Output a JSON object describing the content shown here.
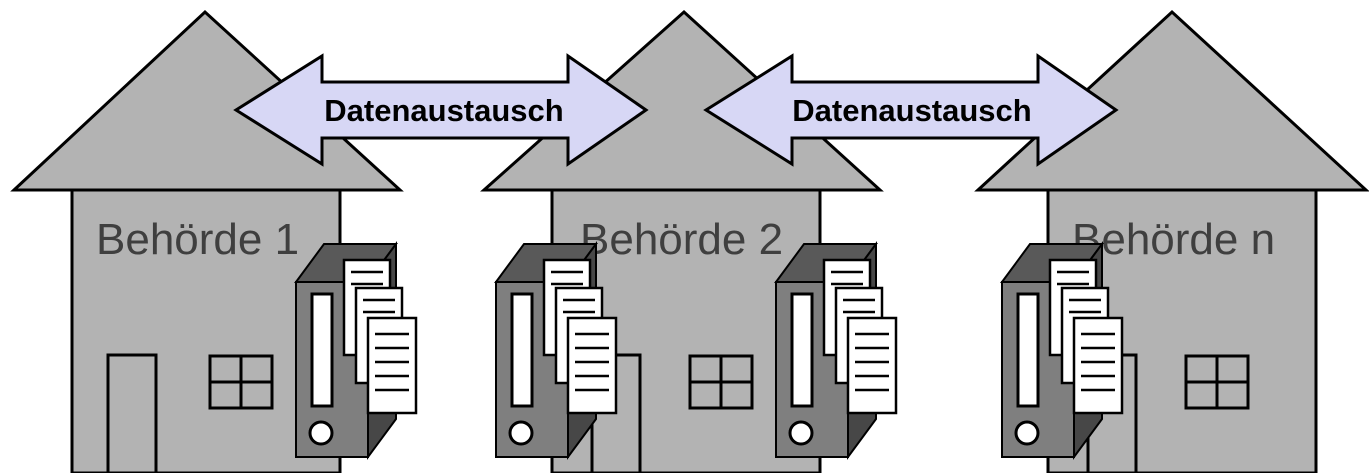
{
  "houses": [
    {
      "label": "Behörde 1"
    },
    {
      "label": "Behörde 2"
    },
    {
      "label": "Behörde n"
    }
  ],
  "arrows": [
    {
      "label": "Datenaustausch"
    },
    {
      "label": "Datenaustausch"
    }
  ],
  "colors": {
    "house_fill": "#b3b3b3",
    "arrow_fill": "#d7d7f5",
    "server_front": "#7f7f7f",
    "server_side": "#595959",
    "outline": "#000000"
  }
}
